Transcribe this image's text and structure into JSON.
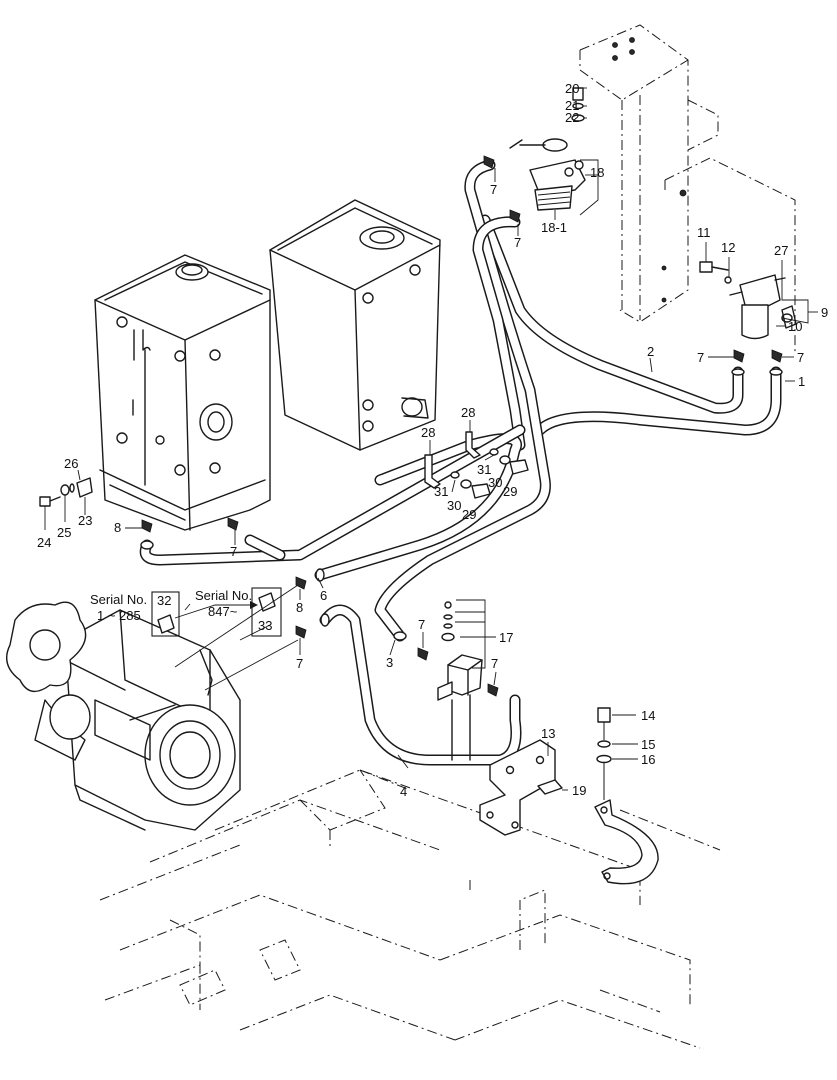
{
  "serial_notes": {
    "left_label": "Serial No.",
    "left_range": "1 ~ 285",
    "right_label": "Serial No.",
    "right_range": "847~"
  },
  "callouts": {
    "c1": "1",
    "c2": "2",
    "c3": "3",
    "c4": "4",
    "c6": "6",
    "c7a": "7",
    "c7b": "7",
    "c7c": "7",
    "c7d": "7",
    "c7e": "7",
    "c7f": "7",
    "c7g": "7",
    "c7h": "7",
    "c8a": "8",
    "c8b": "8",
    "c9": "9",
    "c10": "10",
    "c11": "11",
    "c12": "12",
    "c13": "13",
    "c14": "14",
    "c15": "15",
    "c16": "16",
    "c17": "17",
    "c18": "18",
    "c18_1": "18-1",
    "c19": "19",
    "c20": "20",
    "c21": "21",
    "c22": "22",
    "c23": "23",
    "c24": "24",
    "c25": "25",
    "c26": "26",
    "c27": "27",
    "c28a": "28",
    "c28b": "28",
    "c29a": "29",
    "c29b": "29",
    "c30a": "30",
    "c30b": "30",
    "c31a": "31",
    "c31b": "31",
    "c32": "32",
    "c33": "33"
  },
  "icons": [
    "fuel-tank-icon",
    "hydraulic-tank-icon",
    "engine-icon",
    "fuel-filter-icon",
    "water-separator-icon",
    "fuel-pump-icon",
    "hose-clamp-icon",
    "bracket-icon",
    "bolt-icon",
    "washer-icon"
  ]
}
